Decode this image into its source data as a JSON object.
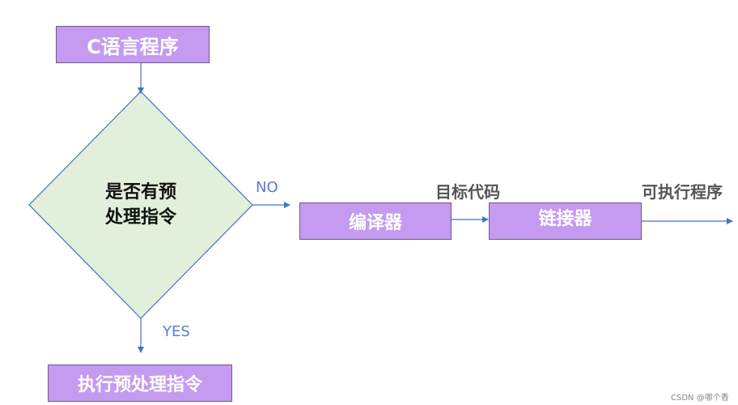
{
  "nodes": {
    "source_program": "C语言程序",
    "decision_line1": "是否有预",
    "decision_line2": "处理指令",
    "compiler": "编译器",
    "linker": "链接器",
    "preprocess": "执行预处理指令"
  },
  "edges": {
    "no_label": "NO",
    "yes_label": "YES",
    "target_code": "目标代码",
    "executable": "可执行程序"
  },
  "colors": {
    "box_fill": "#c49bf0",
    "decision_fill": "#e2efda",
    "arrow": "#4472c4"
  },
  "watermark": "CSDN @哪个香"
}
